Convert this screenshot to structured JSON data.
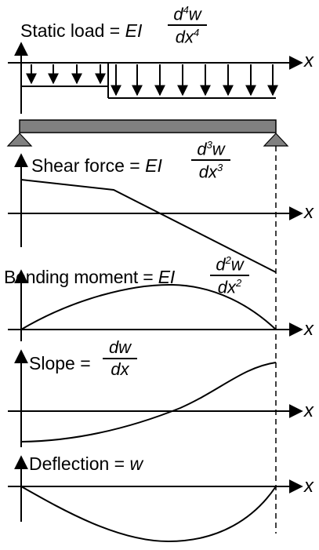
{
  "axis_label": "x",
  "panels": {
    "load": {
      "prefix": "Static load = ",
      "factor": "EI",
      "num": "d",
      "num_sup": "4",
      "num_tail": "w",
      "den": "dx",
      "den_sup": "4"
    },
    "shear": {
      "prefix": "Shear force = ",
      "factor": "EI",
      "num": "d",
      "num_sup": "3",
      "num_tail": "w",
      "den": "dx",
      "den_sup": "3"
    },
    "moment": {
      "prefix": "Bending moment = ",
      "factor": "EI",
      "num": "d",
      "num_sup": "2",
      "num_tail": "w",
      "den": "dx",
      "den_sup": "2"
    },
    "slope": {
      "prefix": "Slope = ",
      "num": "dw",
      "den": "dx"
    },
    "deflection": {
      "prefix": "Deflection = ",
      "var": "w"
    }
  },
  "colors": {
    "line": "#000000",
    "beam": "#808080",
    "support": "#808080"
  }
}
